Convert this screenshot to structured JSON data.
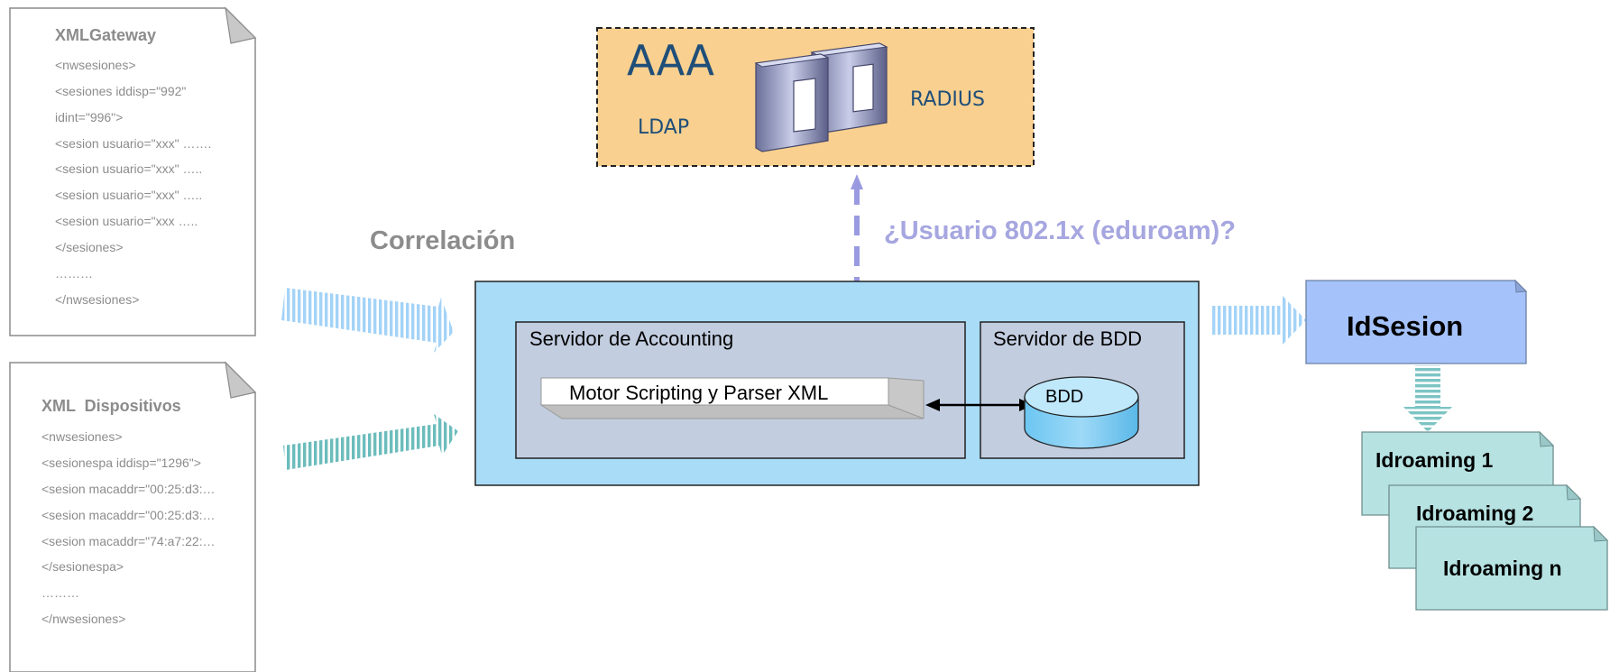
{
  "xml_gateway": {
    "title": "XMLGateway",
    "lines": [
      "<nwsesiones>",
      "<sesiones iddisp=\"992\"",
      "idint=\"996\">",
      "<sesion  usuario=\"xxx\"  …….",
      "<sesion  usuario=\"xxx\"  …..",
      "<sesion  usuario=\"xxx\"  …..",
      "<sesion  usuario=\"xxx   …..",
      "</sesiones>",
      "………",
      "</nwsesiones>"
    ]
  },
  "xml_dispositivos": {
    "title": "XML  Dispositivos",
    "lines": [
      "<nwsesiones>",
      "<sesionespa iddisp=\"1296\">",
      "<sesion macaddr=\"00:25:d3:…",
      "<sesion macaddr=\"00:25:d3:…",
      "<sesion macaddr=\"74:a7:22:…",
      "</sesionespa>",
      "………",
      "</nwsesiones>"
    ]
  },
  "aaa": {
    "title": "AAA",
    "ldap": "LDAP",
    "radius": "RADIUS"
  },
  "correlacion_label": "Correlación",
  "question_label": "¿Usuario 802.1x (eduroam)?",
  "accounting": {
    "title": "Servidor de Accounting",
    "engine": "Motor Scripting y Parser XML"
  },
  "bdd_server": {
    "title": "Servidor de BDD",
    "db": "BDD"
  },
  "idsesion": "IdSesion",
  "idroaming": [
    "Idroaming 1",
    "Idroaming 2",
    "Idroaming n"
  ],
  "colors": {
    "aaa_fill": "#f9d08f",
    "main_fill": "#a9dcf7",
    "server_fill": "#c2cde0",
    "idsesion_fill": "#a5c3fa",
    "idroaming_fill": "#b6e2e2",
    "arrow_blue": "#a3d3f7",
    "arrow_teal": "#7cc4c4",
    "question": "#a6a6e0",
    "aaa_text": "#1f4e79"
  }
}
